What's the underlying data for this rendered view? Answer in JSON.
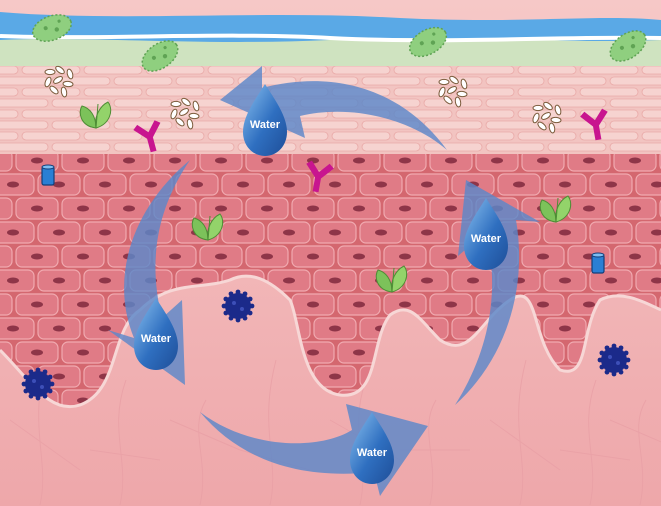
{
  "diagram": {
    "labels": {
      "water_top": "Water",
      "water_right": "Water",
      "water_left": "Water",
      "water_bottom": "Water"
    },
    "colors": {
      "water_surface": "#5aa9e6",
      "bacteria_layer": "#cfe3c0",
      "stratum_corneum": "#f3c6c4",
      "epidermis_cells": "#e07b86",
      "cell_nucleus": "#8e3548",
      "dermis": "#f2b8b9",
      "arrow": "#5b87c9",
      "drop": "#2f6fc0",
      "virus": "#1b2a8a",
      "antibody": "#c8158f",
      "leaf": "#7cc25a",
      "bacterium": "#8fcf7f",
      "channel": "#2a7fd4"
    },
    "icons": [
      "bacterium-icon",
      "spore-cluster-icon",
      "leaf-icon",
      "antibody-icon",
      "water-channel-icon",
      "virus-icon",
      "water-drop-icon"
    ]
  }
}
